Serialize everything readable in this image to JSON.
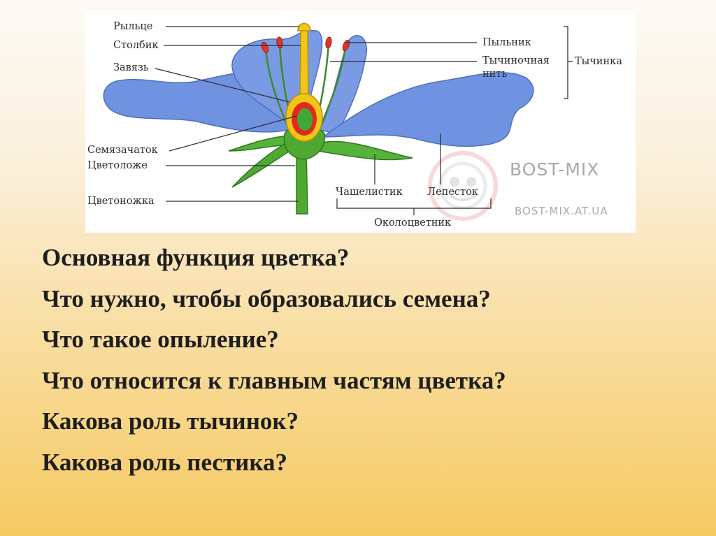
{
  "diagram": {
    "labels": {
      "stigma": "Рыльце",
      "style": "Столбик",
      "ovary": "Завязь",
      "ovule": "Семязачаток",
      "receptacle": "Цветоложе",
      "pedicel": "Цветоножка",
      "anther": "Пыльник",
      "filament": "Тычиночная нить",
      "stamen": "Тычинка",
      "sepal": "Чашелистик",
      "petal": "Лепесток",
      "perianth": "Околоцветник"
    },
    "watermark": {
      "title": "BOST-MIX",
      "url": "BOST-MIX.AT.UA"
    },
    "colors": {
      "petal": "#6f93e0",
      "stem": "#4fa832",
      "pistil": "#f2c619",
      "ovary_ring": "#e22a1a",
      "ovule": "#3fa83b",
      "anther": "#e0342c"
    }
  },
  "questions": [
    "Основная функция цветка?",
    "Что нужно, чтобы образовались семена?",
    "Что такое опыление?",
    "Что относится к главным частям цветка?",
    "Какова роль тычинок?",
    "Какова роль пестика?"
  ]
}
